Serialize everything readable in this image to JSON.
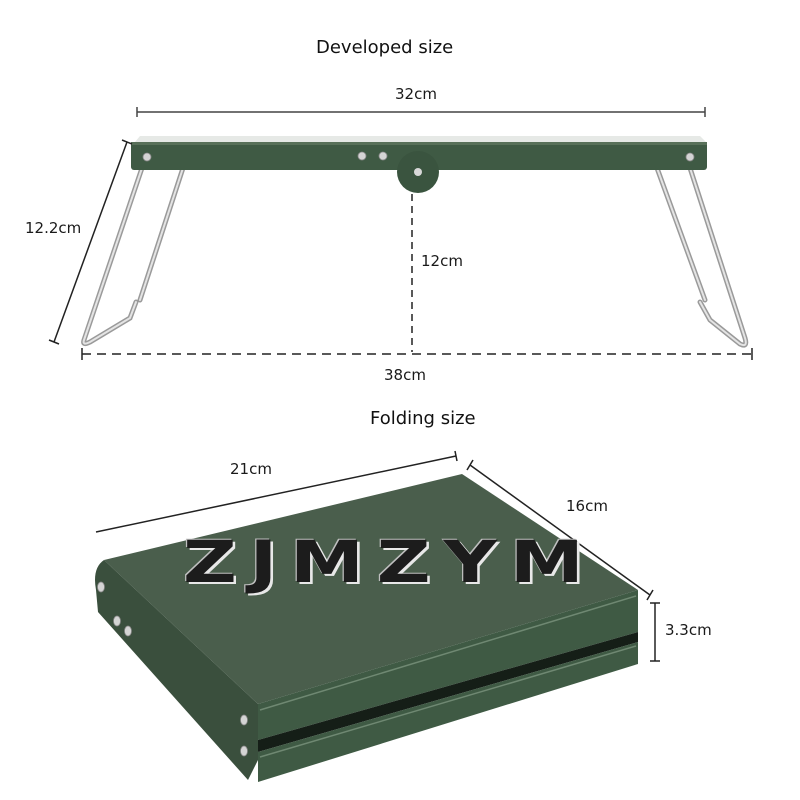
{
  "developed": {
    "title": "Developed size",
    "top_width": "32cm",
    "leg_length": "12.2cm",
    "height": "12cm",
    "total_width": "38cm"
  },
  "folding": {
    "title": "Folding size",
    "length": "21cm",
    "width": "16cm",
    "thickness": "3.3cm"
  },
  "watermark": "ZJMZYM",
  "colors": {
    "table_green": "#3f5a44",
    "table_green_dark": "#2f4633",
    "table_green_light": "#587059",
    "steel": "#c8c8c8",
    "dimension_line": "#222222",
    "background": "#ffffff"
  }
}
